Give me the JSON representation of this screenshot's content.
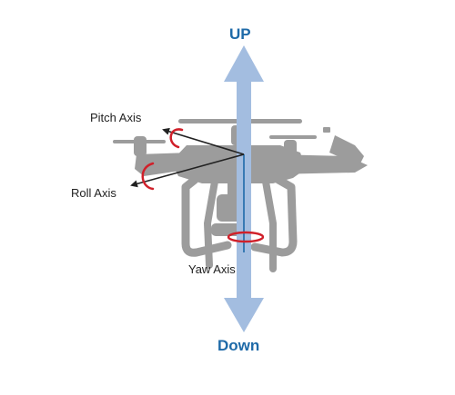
{
  "labels": {
    "up": "UP",
    "down": "Down",
    "pitch_axis": "Pitch Axis",
    "roll_axis": "Roll Axis",
    "yaw_axis": "Yaw Axis"
  },
  "colors": {
    "drone_body": "#9c9c9c",
    "vertical_arrow": "#a3bde0",
    "direction_text": "#1e6aa8",
    "rotation_marker": "#d0202a",
    "axis_line": "#222222",
    "label_text": "#222222"
  },
  "icons": {
    "drone": "quadcopter-silhouette-icon",
    "pitch_rotation": "curved-rotation-arrow-icon",
    "roll_rotation": "curved-rotation-arrow-icon",
    "yaw_rotation": "rotation-ellipse-icon"
  }
}
